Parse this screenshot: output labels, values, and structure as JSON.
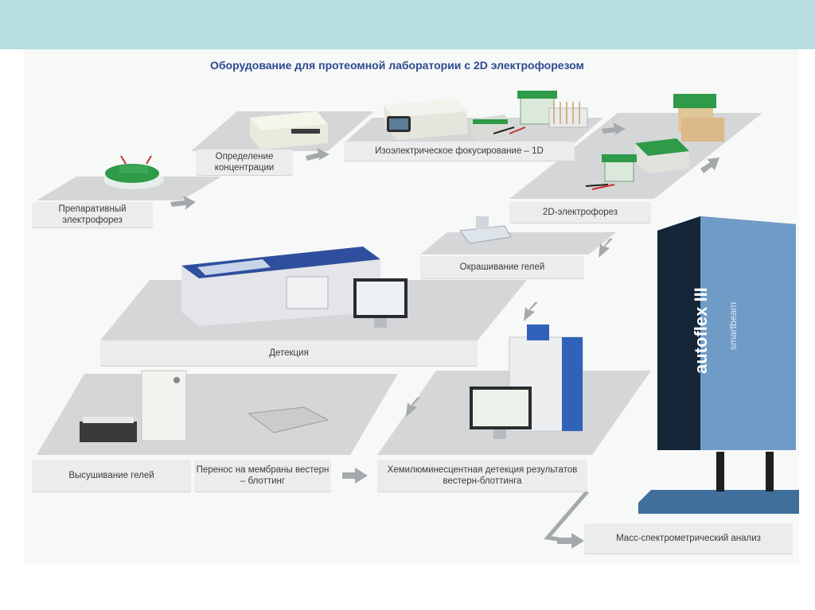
{
  "title": "Оборудование для протеомной лаборатории с 2D электрофорезом",
  "steps": {
    "preparative": "Препаративный электрофорез",
    "concentration": "Определение концентрации",
    "ief": "Изоэлектрическое фокусирование – 1D",
    "electrophoresis_2d": "2D-электрофорез",
    "staining": "Окрашивание гелей",
    "detection": "Детекция",
    "drying": "Высушивание гелей",
    "transfer": "Перенос на мембраны вестерн – блоттинг",
    "chemiluminescent": "Хемилюминесцентная детекция результатов вестерн-блоттинга",
    "mass_spec": "Масс-спектрометрический анализ"
  },
  "instrument_brand": "autoflex III",
  "instrument_model": "smartbeam",
  "colors": {
    "header": "#b9dfe0",
    "title": "#2c4a8f",
    "platform": "#cfd1d2",
    "label_bg": "#ebeced",
    "arrow": "#a6a9ab",
    "gel_green": "#2f9a48",
    "instrument_blue": "#5a86ad"
  }
}
